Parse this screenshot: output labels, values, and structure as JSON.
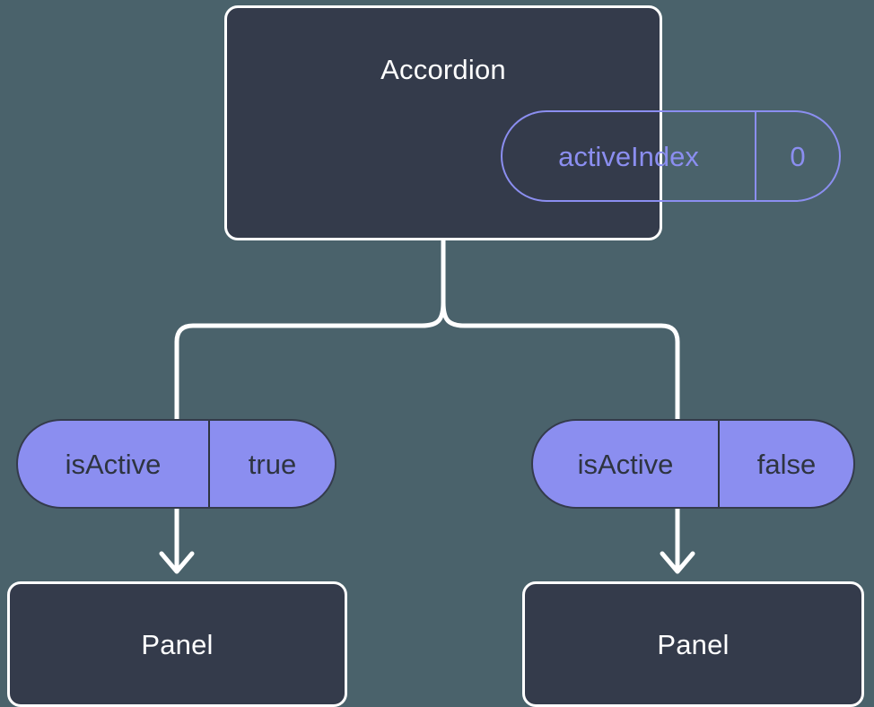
{
  "theme": {
    "background": "#4a626b",
    "card_fill": "#343b4b",
    "card_stroke": "#ffffff",
    "accent": "#8b8ef0",
    "pill_text": "#2e3440",
    "connector": "#ffffff"
  },
  "diagram": {
    "type": "component-state-tree",
    "root": {
      "name": "root-node",
      "title": "Accordion",
      "state": {
        "key": "activeIndex",
        "value": "0"
      }
    },
    "children": [
      {
        "name": "branch-left",
        "prop": {
          "key": "isActive",
          "value": "true"
        },
        "node": {
          "title": "Panel"
        }
      },
      {
        "name": "branch-right",
        "prop": {
          "key": "isActive",
          "value": "false"
        },
        "node": {
          "title": "Panel"
        }
      }
    ]
  },
  "connectors": {
    "fork": "tree-fork-connector",
    "arrow_left": "down-arrow-icon",
    "arrow_right": "down-arrow-icon"
  }
}
